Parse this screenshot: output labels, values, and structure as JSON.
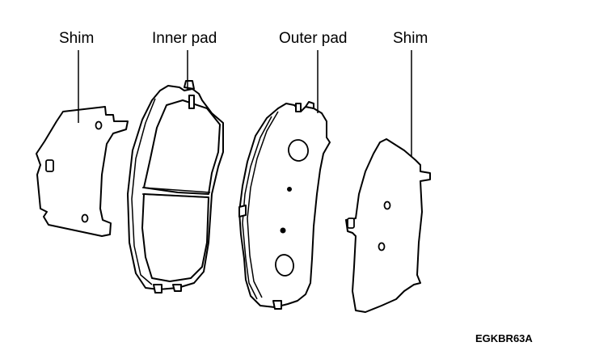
{
  "labels": {
    "shim_left": "Shim",
    "inner_pad": "Inner pad",
    "outer_pad": "Outer pad",
    "shim_right": "Shim"
  },
  "figure_code": "EGKBR63A",
  "colors": {
    "line": "#000000",
    "background": "#ffffff"
  }
}
